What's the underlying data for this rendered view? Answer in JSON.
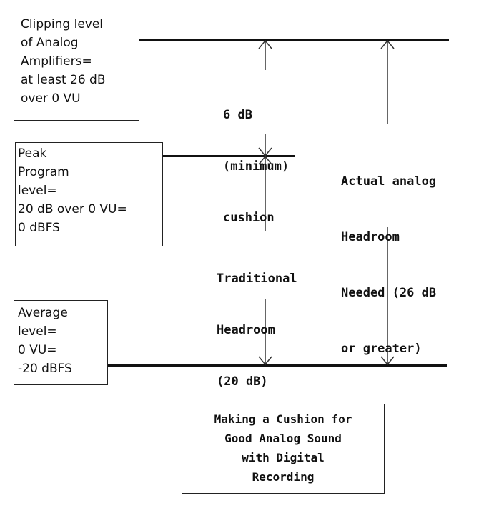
{
  "boxes": {
    "clipping": [
      "Clipping level",
      "of Analog",
      "Amplifiers=",
      "at least 26 dB",
      "over 0 VU"
    ],
    "peak": [
      "Peak",
      "Program",
      "level=",
      "20 dB over 0 VU=",
      "0 dBFS"
    ],
    "average": [
      "Average",
      "level=",
      "0 VU=",
      "-20 dBFS"
    ]
  },
  "labels": {
    "cushion": [
      "6 dB",
      "(minimum)",
      "cushion"
    ],
    "traditional": [
      "Traditional",
      "Headroom",
      "(20 dB)"
    ],
    "actual": [
      "Actual analog",
      "Headroom",
      "Needed (26 dB",
      "or greater)"
    ]
  },
  "title": [
    "Making a Cushion for",
    "Good Analog Sound",
    "with Digital",
    "Recording"
  ],
  "colors": {
    "line": "#111111",
    "arrow": "#333333"
  }
}
